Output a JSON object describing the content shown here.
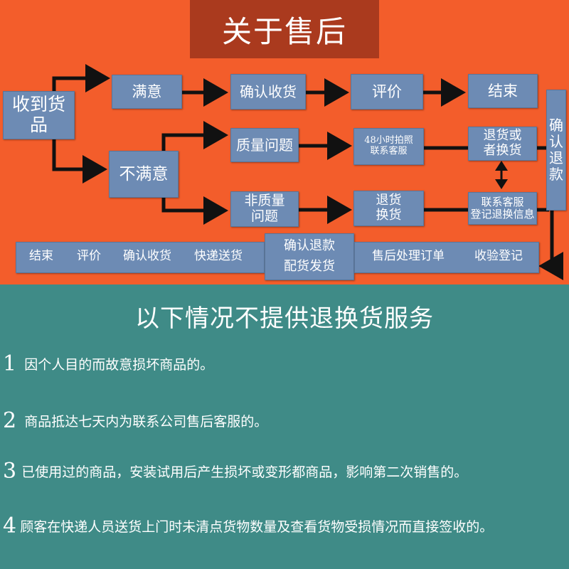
{
  "title": "关于售后",
  "flow": {
    "receive": "收到货品",
    "satisfied": "满意",
    "confirm_receipt": "确认收货",
    "review": "评价",
    "end": "结束",
    "dissatisfied": "不满意",
    "quality_issue": "质量问题",
    "photo_contact": "48小时拍照\n联系客服",
    "return_exchange_or": "退货或\n者换货",
    "confirm_refund_vertical": "确\n认\n退\n款",
    "non_quality": "非质量\n问题",
    "return_exchange": "退货\n换货",
    "contact_register": "联系客服\n登记退换信息",
    "bottom_row": {
      "end": "结束",
      "review": "评价",
      "confirm_receipt": "确认收货",
      "express": "快递送货",
      "confirm_refund": "确认退款",
      "ship": "配货发货",
      "process_order": "售后处理订单",
      "inspect": "收验登记"
    }
  },
  "exclusion": {
    "title": "以下情况不提供退换货服务",
    "rules": [
      {
        "num": "1",
        "text": "因个人目的而故意损坏商品的。"
      },
      {
        "num": "2",
        "text": "商品抵达七天内为联系公司售后客服的。"
      },
      {
        "num": "3",
        "text": "已使用过的商品，安装试用后产生损坏或变形都商品，影响第二次销售的。"
      },
      {
        "num": "4",
        "text": "顾客在快递人员送货上门时未清点货物数量及查看货物受损情况而直接签收的。"
      }
    ]
  },
  "colors": {
    "top_bg": "#f35d2b",
    "bottom_bg": "#3f8b87",
    "title_bg": "#aa3a1e",
    "box_bg": "#6d8bb4",
    "arrow": "#111111"
  }
}
